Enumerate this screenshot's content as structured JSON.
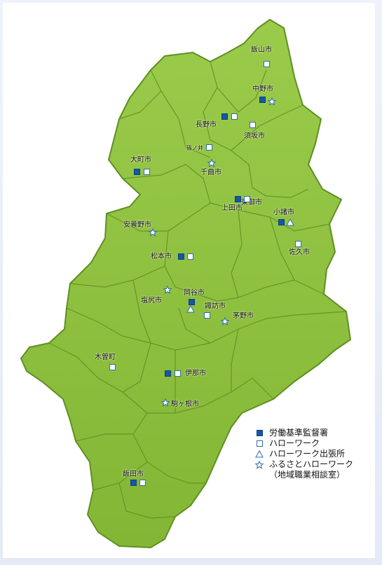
{
  "colors": {
    "map_fill": "#8cbd3c",
    "map_border": "#5f8f22",
    "labor_office": "#1557a6",
    "hello_work": "#2f6cb3"
  },
  "cities": [
    {
      "id": "iiyama",
      "label": "飯山市"
    },
    {
      "id": "nakano",
      "label": "中野市"
    },
    {
      "id": "nagano",
      "label": "長野市"
    },
    {
      "id": "suzaka",
      "label": "須坂市"
    },
    {
      "id": "shinonoi",
      "label": "篠ノ井"
    },
    {
      "id": "chikuma",
      "label": "千曲市"
    },
    {
      "id": "omachi",
      "label": "大町市"
    },
    {
      "id": "ueda",
      "label": "上田市"
    },
    {
      "id": "tomi",
      "label": "東御市"
    },
    {
      "id": "komoro",
      "label": "小諸市"
    },
    {
      "id": "azumino",
      "label": "安曇野市"
    },
    {
      "id": "saku",
      "label": "佐久市"
    },
    {
      "id": "matsumoto",
      "label": "松本市"
    },
    {
      "id": "okaya",
      "label": "岡谷市"
    },
    {
      "id": "shiojiri",
      "label": "塩尻市"
    },
    {
      "id": "suwa",
      "label": "諏訪市"
    },
    {
      "id": "chino",
      "label": "茅野市"
    },
    {
      "id": "kisomachi",
      "label": "木曽町"
    },
    {
      "id": "ina",
      "label": "伊那市"
    },
    {
      "id": "komagane",
      "label": "駒ヶ根市"
    },
    {
      "id": "iida",
      "label": "飯田市"
    }
  ],
  "legend": {
    "labor_office": "労働基準監督署",
    "hello_work": "ハローワーク",
    "branch": "ハローワーク出張所",
    "furusato": "ふるさとハローワーク",
    "furusato_sub": "（地域職業相談室）"
  }
}
